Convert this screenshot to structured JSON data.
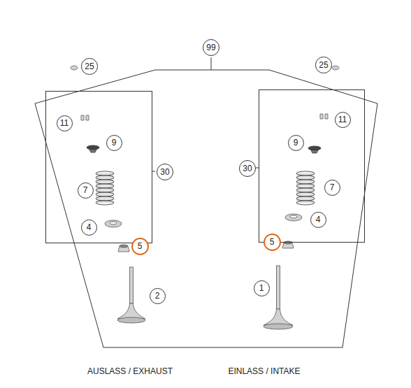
{
  "diagram": {
    "nodes": [
      {
        "text": [
          "99"
        ]
      },
      {
        "text": [
          "30"
        ],
        "in": 0
      },
      {
        "text": [
          "30"
        ],
        "in": 0
      }
    ],
    "labels": [
      "25",
      "25",
      "11",
      "9",
      "7",
      "4",
      "5",
      "2",
      "11",
      "9",
      "7",
      "4",
      "5",
      "1",
      "AUSLASS / EXHAUST",
      "EINLASS / INTAKE"
    ]
  }
}
